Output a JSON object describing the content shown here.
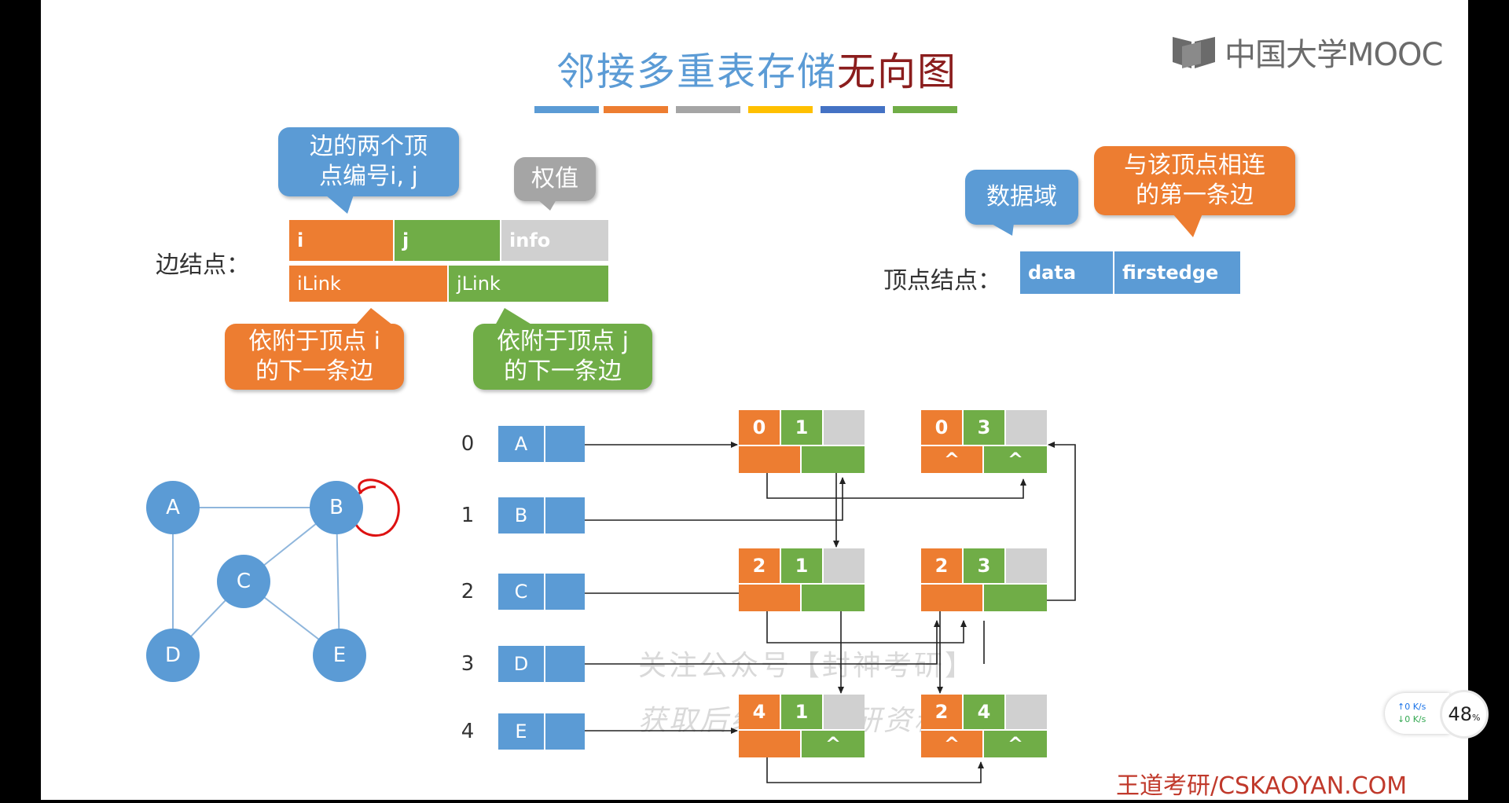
{
  "title": {
    "part1": "邻接多重表存储",
    "part2": "无向图"
  },
  "title_bar_colors": [
    "#5b9bd5",
    "#ed7d31",
    "#a5a5a5",
    "#ffc000",
    "#4472c4",
    "#70ad47"
  ],
  "logo": {
    "text": "中国大学MOOC"
  },
  "colors": {
    "blue": "#5b9bd5",
    "orange": "#ed7d31",
    "green": "#70ad47",
    "gray": "#a5a5a5",
    "light_gray": "#d0d0d0",
    "red_title": "#8b1d1d"
  },
  "edge_node": {
    "label": "边结点：",
    "fields_top": [
      "i",
      "j",
      "info"
    ],
    "fields_bottom": [
      "iLink",
      "jLink"
    ],
    "bubbles": {
      "ij": "边的两个顶点编号i, j",
      "ij_line1": "边的两个顶",
      "ij_line2": "点编号i, j",
      "weight": "权值",
      "ilink_line1": "依附于顶点 i",
      "ilink_line2": "的下一条边",
      "jlink_line1": "依附于顶点 j",
      "jlink_line2": "的下一条边"
    }
  },
  "vertex_node": {
    "label": "顶点结点：",
    "fields": [
      "data",
      "firstedge"
    ],
    "bubbles": {
      "data": "数据域",
      "first_line1": "与该顶点相连",
      "first_line2": "的第一条边"
    }
  },
  "graph": {
    "vertices": [
      "A",
      "B",
      "C",
      "D",
      "E"
    ],
    "edges": [
      [
        "A",
        "B"
      ],
      [
        "A",
        "D"
      ],
      [
        "B",
        "C"
      ],
      [
        "B",
        "E"
      ],
      [
        "C",
        "D"
      ],
      [
        "C",
        "E"
      ]
    ]
  },
  "vertex_table": {
    "indices": [
      "0",
      "1",
      "2",
      "3",
      "4"
    ],
    "data": [
      "A",
      "B",
      "C",
      "D",
      "E"
    ]
  },
  "edge_nodes": [
    {
      "i": "0",
      "j": "1",
      "ilink": "",
      "jlink": ""
    },
    {
      "i": "0",
      "j": "3",
      "ilink": "^",
      "jlink": "^"
    },
    {
      "i": "2",
      "j": "1",
      "ilink": "",
      "jlink": ""
    },
    {
      "i": "2",
      "j": "3",
      "ilink": "",
      "jlink": ""
    },
    {
      "i": "4",
      "j": "1",
      "ilink": "",
      "jlink": "^"
    },
    {
      "i": "2",
      "j": "4",
      "ilink": "^",
      "jlink": "^"
    }
  ],
  "watermark": {
    "line1": "关注公众号【封神考研】",
    "line2": "获取后续更多考研资料"
  },
  "footer": "王道考研/CSKAOYAN.COM",
  "overlay": {
    "up": "↑0  K/s",
    "down": "↓0  K/s",
    "percent": "48",
    "percent_unit": "%"
  }
}
